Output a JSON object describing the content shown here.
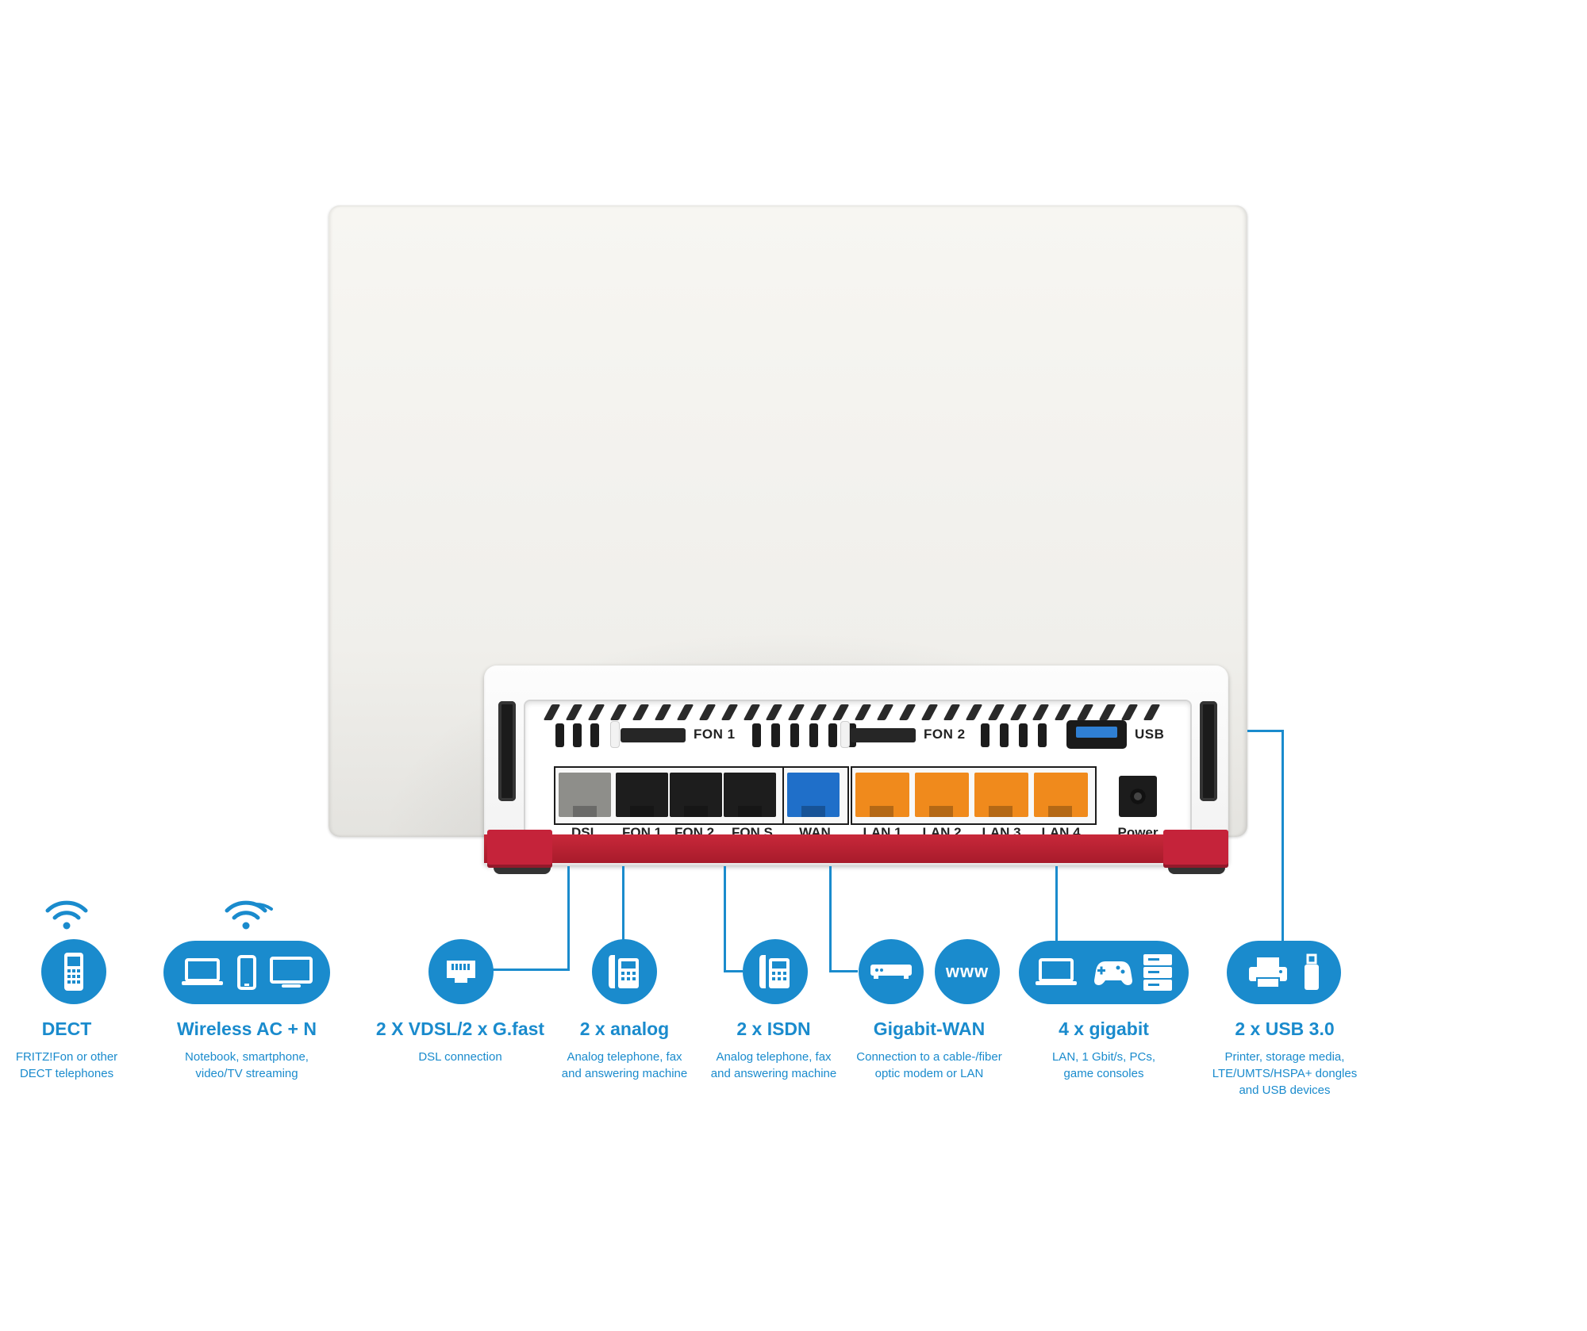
{
  "router": {
    "top_labels": {
      "fon1": "FON 1",
      "fon2": "FON 2",
      "usb": "USB"
    },
    "ports": [
      {
        "label": "DSL",
        "color": "#8e8e8a"
      },
      {
        "label": "FON 1",
        "color": "#1d1d1d"
      },
      {
        "label": "FON 2",
        "color": "#1d1d1d"
      },
      {
        "label": "FON S",
        "sub": "0",
        "color": "#1d1d1d"
      },
      {
        "label": "WAN",
        "color": "#1f6fc9"
      },
      {
        "label": "LAN 1",
        "color": "#f08a1c"
      },
      {
        "label": "LAN 2",
        "color": "#f08a1c"
      },
      {
        "label": "LAN 3",
        "color": "#f08a1c"
      },
      {
        "label": "LAN 4",
        "color": "#f08a1c"
      },
      {
        "label": "Power",
        "color": "#1c1c1c"
      }
    ]
  },
  "features": [
    {
      "title": "DECT",
      "desc": [
        "FRITZ!Fon or other",
        "DECT telephones"
      ],
      "icons": [
        "wifi-icon",
        "dect-phone-icon"
      ]
    },
    {
      "title": "Wireless AC + N",
      "desc": [
        "Notebook, smartphone,",
        "video/TV streaming"
      ],
      "icons": [
        "wifi-icon",
        "laptop-icon",
        "smartphone-icon",
        "tv-icon"
      ]
    },
    {
      "title": "2 X VDSL/2 x G.fast",
      "desc": [
        "DSL connection"
      ],
      "icons": [
        "dsl-port-icon"
      ]
    },
    {
      "title": "2 x analog",
      "desc": [
        "Analog telephone, fax",
        "and answering machine"
      ],
      "icons": [
        "desk-phone-icon"
      ]
    },
    {
      "title": "2 x ISDN",
      "desc": [
        "Analog telephone, fax",
        "and answering machine"
      ],
      "icons": [
        "desk-phone-icon"
      ]
    },
    {
      "title": "Gigabit-WAN",
      "desc": [
        "Connection to a cable-/fiber",
        "optic modem or LAN"
      ],
      "icons": [
        "modem-icon",
        "www-icon"
      ],
      "www_text": "www"
    },
    {
      "title": "4 x gigabit",
      "desc": [
        "LAN, 1 Gbit/s, PCs,",
        "game consoles"
      ],
      "icons": [
        "laptop-icon",
        "gamepad-icon",
        "server-icon"
      ]
    },
    {
      "title": "2 x USB 3.0",
      "desc": [
        "Printer, storage media,",
        "LTE/UMTS/HSPA+ dongles",
        "and USB devices"
      ],
      "icons": [
        "printer-icon",
        "usb-stick-icon"
      ]
    }
  ],
  "colors": {
    "accent": "#1a8bcd",
    "router_red": "#c5233a",
    "lan_orange": "#f08a1c",
    "wan_blue": "#1f6fc9"
  }
}
